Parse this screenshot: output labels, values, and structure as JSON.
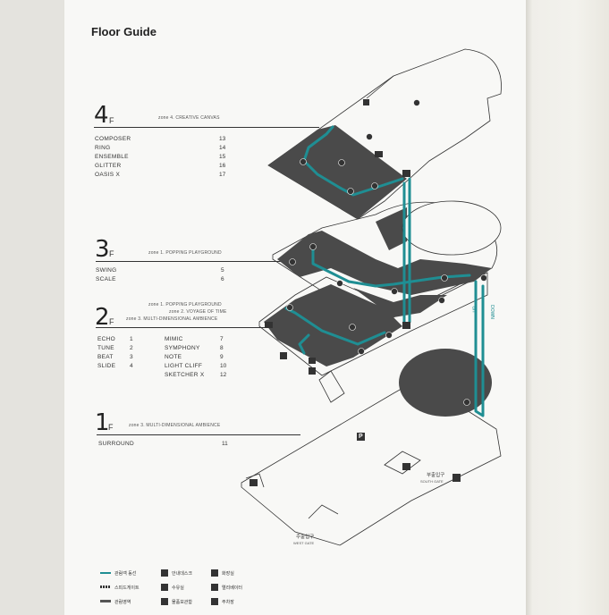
{
  "title": "Floor Guide",
  "floors": [
    {
      "number": "4",
      "suffix": "F",
      "zones": [
        "zone 4. CREATIVE CANVAS"
      ],
      "rooms": [
        [
          "COMPOSER",
          "13"
        ],
        [
          "RING",
          "14"
        ],
        [
          "ENSEMBLE",
          "15"
        ],
        [
          "GLITTER",
          "16"
        ],
        [
          "OASIS X",
          "17"
        ]
      ]
    },
    {
      "number": "3",
      "suffix": "F",
      "zones": [
        "zone 1. POPPING PLAYGROUND"
      ],
      "rooms": [
        [
          "SWING",
          "5"
        ],
        [
          "SCALE",
          "6"
        ]
      ]
    },
    {
      "number": "2",
      "suffix": "F",
      "zones": [
        "zone 1. POPPING PLAYGROUND",
        "zone 2. VOYAGE OF TIME",
        "zone 3. MULTI-DIMENSIONAL AMBIENCE"
      ],
      "rooms_left": [
        [
          "ECHO",
          "1"
        ],
        [
          "TUNE",
          "2"
        ],
        [
          "BEAT",
          "3"
        ],
        [
          "SLIDE",
          "4"
        ]
      ],
      "rooms_right": [
        [
          "MIMIC",
          "7"
        ],
        [
          "SYMPHONY",
          "8"
        ],
        [
          "NOTE",
          "9"
        ],
        [
          "LIGHT CLIFF",
          "10"
        ],
        [
          "SKETCHER X",
          "12"
        ]
      ]
    },
    {
      "number": "1",
      "suffix": "F",
      "zones": [
        "zone 3. MULTI-DIMENSIONAL AMBIENCE"
      ],
      "rooms": [
        [
          "SURROUND",
          "11"
        ]
      ]
    }
  ],
  "gates": {
    "south_ko": "부출입구",
    "south_en": "SOUTH GATE",
    "west_ko": "주출입구",
    "west_en": "WEST GATE"
  },
  "map_labels": {
    "up": "UP",
    "down": "DOWN",
    "parking": "P",
    "info": "i",
    "wc": "WC"
  },
  "legend": [
    {
      "label": "관람객 동선",
      "symbol": "line"
    },
    {
      "label": "안내데스크",
      "symbol": "i"
    },
    {
      "label": "화장실",
      "symbol": "wc"
    },
    {
      "label": "스피드게이트",
      "symbol": "dash"
    },
    {
      "label": "수유실",
      "symbol": "box"
    },
    {
      "label": "엘리베이터",
      "symbol": "box"
    },
    {
      "label": "관람영역",
      "symbol": "bar"
    },
    {
      "label": "물품보관함",
      "symbol": "box"
    },
    {
      "label": "주차장",
      "symbol": "P"
    }
  ],
  "colors": {
    "route": "#1f8e93",
    "dark": "#4a4a4a",
    "line": "#333333"
  }
}
